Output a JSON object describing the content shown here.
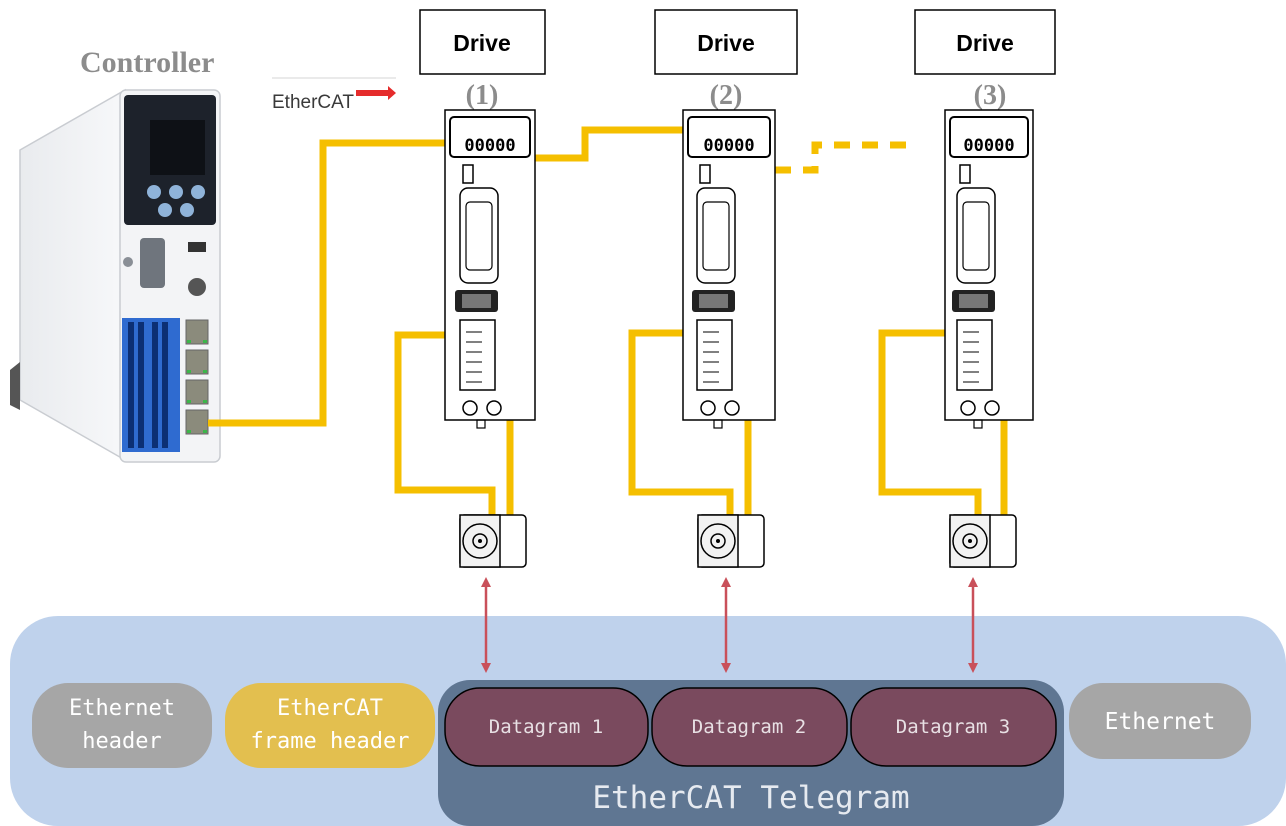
{
  "controller": {
    "title": "Controller"
  },
  "ethercat_logo": {
    "text": "EtherCAT"
  },
  "drives": [
    {
      "label": "Drive",
      "index": "(1)",
      "display": "00000"
    },
    {
      "label": "Drive",
      "index": "(2)",
      "display": "00000"
    },
    {
      "label": "Drive",
      "index": "(3)",
      "display": "00000"
    }
  ],
  "frame": {
    "ethernet_header": [
      "Ethernet",
      "header"
    ],
    "ethercat_frame_header": [
      "EtherCAT",
      "frame header"
    ],
    "datagrams": [
      "Datagram 1",
      "Datagram 2",
      "Datagram 3"
    ],
    "telegram_label": "EtherCAT Telegram",
    "ethernet_trailer": "Ethernet"
  },
  "colors": {
    "cable": "#f5bf00",
    "panel_bg": "#bfd2ec",
    "telegram_bg": "#5f7692",
    "datagram_bg": "#7a4a5e",
    "gray_block": "#a6a6a6",
    "gold_block": "#e3bf4f",
    "arrow": "#c9505a"
  }
}
